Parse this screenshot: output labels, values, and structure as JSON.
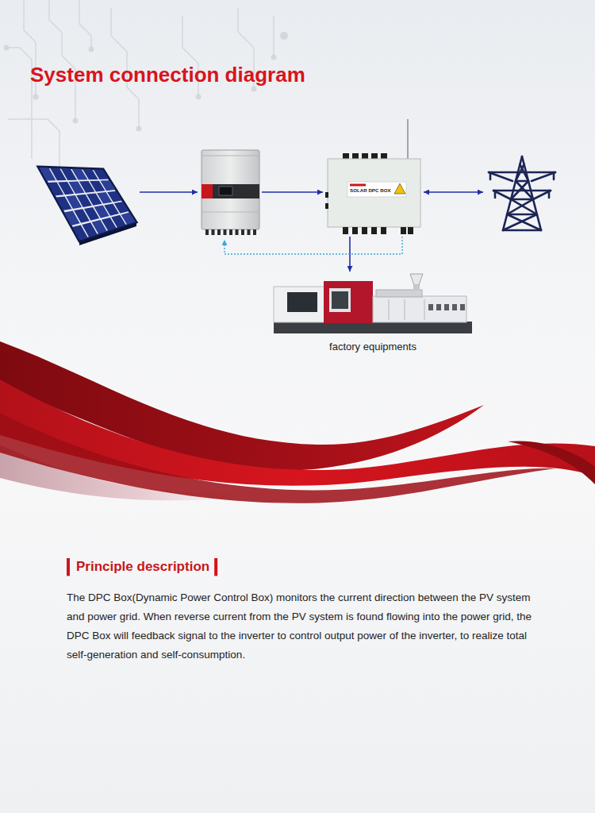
{
  "diagram": {
    "title": "System connection diagram",
    "nodes": [
      {
        "text": []
      },
      {
        "text": []
      },
      {
        "text": [
          "SOLAR DPC BOX"
        ]
      },
      {
        "text": []
      },
      {
        "text": [
          "factory equipments"
        ]
      }
    ],
    "edges": [
      {
        "from": 0,
        "to": 1,
        "arrow": "to"
      },
      {
        "from": 1,
        "to": 2,
        "arrow": "to"
      },
      {
        "from": 2,
        "to": 3,
        "arrow": "both"
      },
      {
        "from": 2,
        "to": 4,
        "arrow": "to"
      },
      {
        "from": 2,
        "to": 1,
        "arrow": "to"
      }
    ],
    "labels": [
      "Principle description",
      "The DPC Box(Dynamic Power Control Box) monitors the current direction between the PV system and power grid. When reverse current from the PV system is found flowing into the power grid, the DPC Box will feedback signal to the inverter to control output power of the inverter, to realize total self-generation and self-consumption."
    ]
  }
}
